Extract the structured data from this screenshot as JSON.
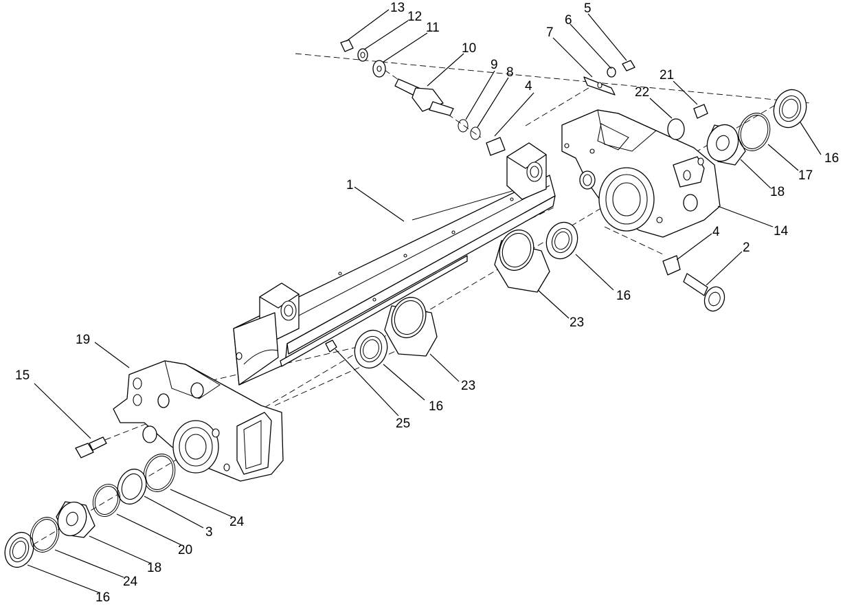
{
  "diagram": {
    "callouts": [
      {
        "id": "c1",
        "label": "1"
      },
      {
        "id": "c2",
        "label": "2"
      },
      {
        "id": "c3",
        "label": "3"
      },
      {
        "id": "c4a",
        "label": "4"
      },
      {
        "id": "c4b",
        "label": "4"
      },
      {
        "id": "c5",
        "label": "5"
      },
      {
        "id": "c6",
        "label": "6"
      },
      {
        "id": "c7",
        "label": "7"
      },
      {
        "id": "c8",
        "label": "8"
      },
      {
        "id": "c9",
        "label": "9"
      },
      {
        "id": "c10",
        "label": "10"
      },
      {
        "id": "c11",
        "label": "11"
      },
      {
        "id": "c12",
        "label": "12"
      },
      {
        "id": "c13",
        "label": "13"
      },
      {
        "id": "c14",
        "label": "14"
      },
      {
        "id": "c15",
        "label": "15"
      },
      {
        "id": "c16a",
        "label": "16"
      },
      {
        "id": "c16b",
        "label": "16"
      },
      {
        "id": "c16c",
        "label": "16"
      },
      {
        "id": "c16d",
        "label": "16"
      },
      {
        "id": "c17",
        "label": "17"
      },
      {
        "id": "c18a",
        "label": "18"
      },
      {
        "id": "c18b",
        "label": "18"
      },
      {
        "id": "c19",
        "label": "19"
      },
      {
        "id": "c20",
        "label": "20"
      },
      {
        "id": "c21",
        "label": "21"
      },
      {
        "id": "c22",
        "label": "22"
      },
      {
        "id": "c23a",
        "label": "23"
      },
      {
        "id": "c23b",
        "label": "23"
      },
      {
        "id": "c24a",
        "label": "24"
      },
      {
        "id": "c24b",
        "label": "24"
      },
      {
        "id": "c25",
        "label": "25"
      }
    ]
  }
}
